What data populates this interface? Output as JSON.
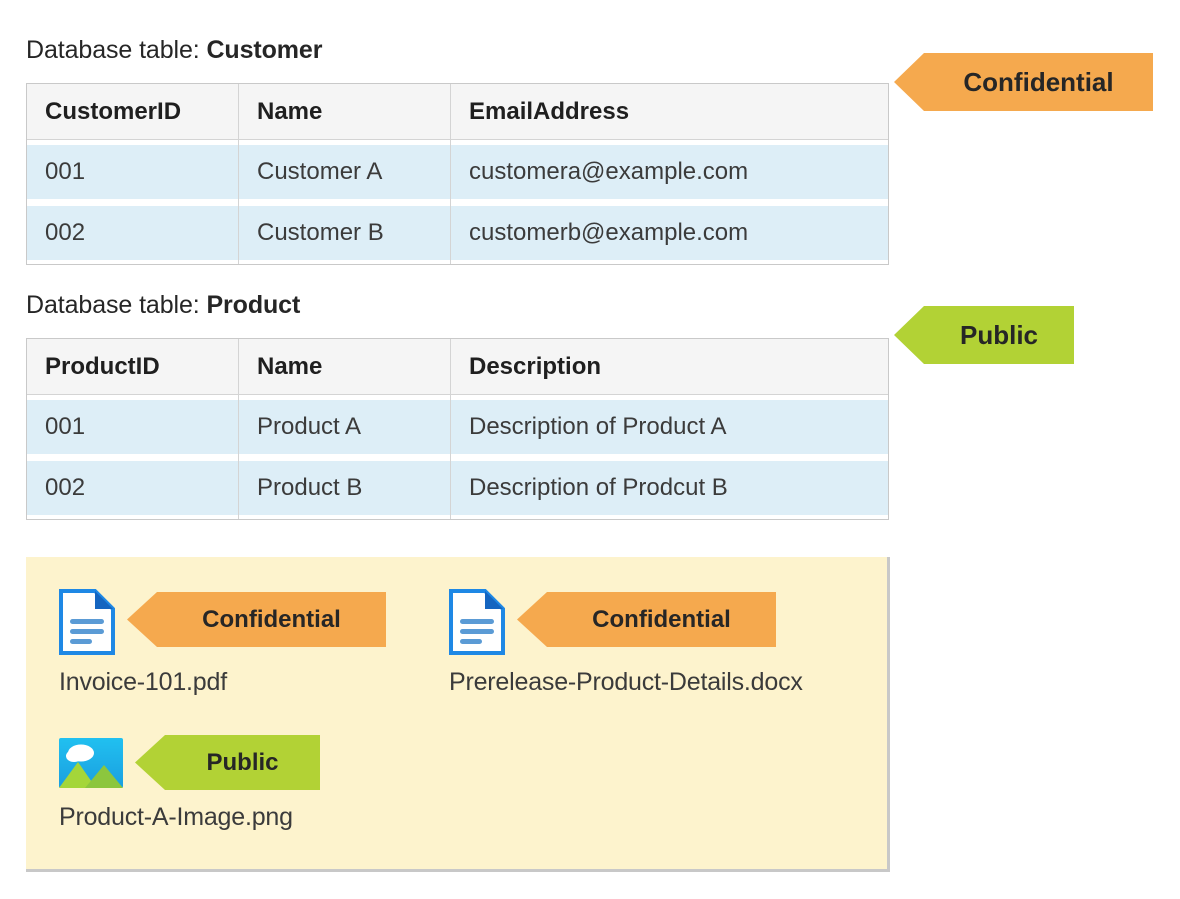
{
  "page": {
    "background": "#ffffff",
    "colors": {
      "confidential": "#f5a94e",
      "public": "#b2d235",
      "row_fill": "#ddeef7",
      "header_fill": "#f5f5f5",
      "panel_fill": "#fdf3cd",
      "table_border": "#c9c9c9"
    }
  },
  "sections": [
    {
      "caption_prefix": "Database table: ",
      "caption_name": "Customer",
      "badge": {
        "label": "Confidential",
        "kind": "confidential"
      },
      "table": {
        "columns": [
          "CustomerID",
          "Name",
          "EmailAddress"
        ],
        "rows": [
          [
            "001",
            "Customer A",
            "customera@example.com"
          ],
          [
            "002",
            "Customer B",
            "customerb@example.com"
          ]
        ]
      }
    },
    {
      "caption_prefix": "Database table: ",
      "caption_name": "Product",
      "badge": {
        "label": "Public",
        "kind": "public"
      },
      "table": {
        "columns": [
          "ProductID",
          "Name",
          "Description"
        ],
        "rows": [
          [
            "001",
            "Product A",
            "Description of Product A"
          ],
          [
            "002",
            "Product B",
            "Description of Prodcut B"
          ]
        ]
      }
    }
  ],
  "file_panel": {
    "files": [
      {
        "name": "Invoice-101.pdf",
        "icon": "document-icon",
        "badge": {
          "label": "Confidential",
          "kind": "confidential"
        }
      },
      {
        "name": "Prerelease-Product-Details.docx",
        "icon": "document-icon",
        "badge": {
          "label": "Confidential",
          "kind": "confidential"
        }
      },
      {
        "name": "Product-A-Image.png",
        "icon": "image-icon",
        "badge": {
          "label": "Public",
          "kind": "public"
        }
      }
    ]
  }
}
